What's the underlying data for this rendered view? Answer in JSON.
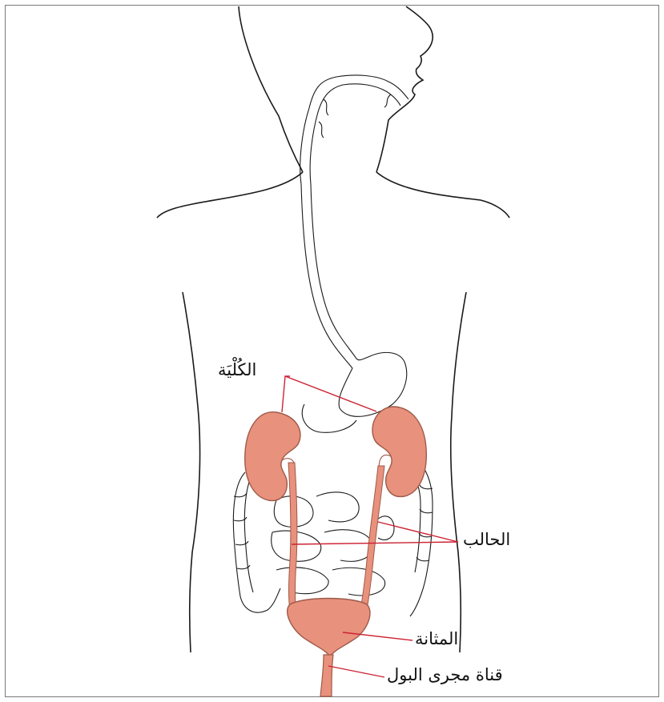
{
  "labels": {
    "kidney": "الكُلْيَة",
    "ureter": "الحالب",
    "bladder": "المثانة",
    "urethra": "قناة مجرى البول"
  },
  "colors": {
    "outline": "#1a1a1a",
    "organ_fill": "#e8917c",
    "organ_stroke": "#9e5a4a",
    "leader_line": "#cc2233",
    "frame": "#7a7a7a"
  }
}
